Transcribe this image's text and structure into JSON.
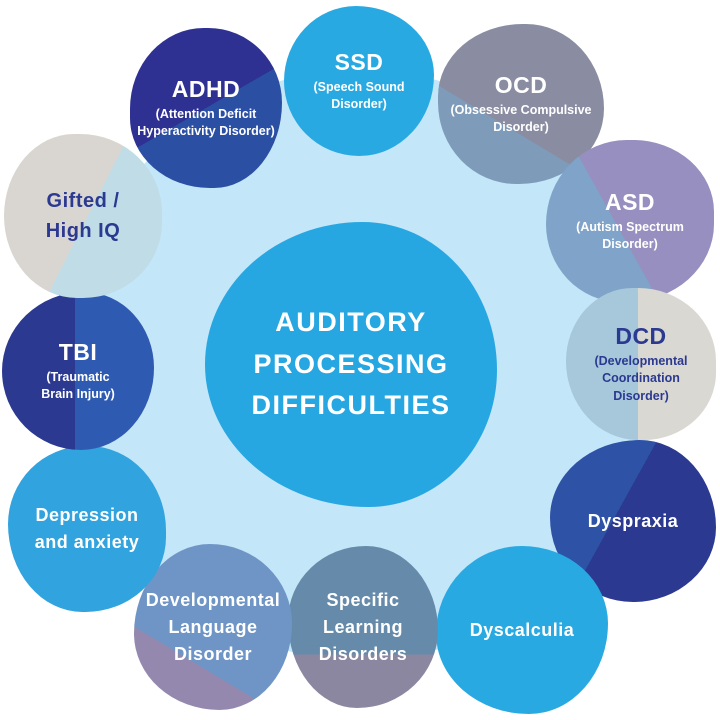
{
  "title": "Auditory Processing Difficulties overlap diagram",
  "page_background": "#FFFFFF",
  "background_circle_color": "#C3E6F8",
  "center": {
    "label": "AUDITORY\nPROCESSING\nDIFFICULTIES",
    "color": "#27A7E1",
    "text_color": "#FFFFFF"
  },
  "bubbles": [
    {
      "id": "adhd",
      "title": "ADHD",
      "subtitle": "(Attention Deficit\nHyperactivity Disorder)",
      "outer_color": "#2E3192",
      "inner_color": "#2B4FA3",
      "split_angle_deg": 150,
      "split_stop_pct": 50,
      "text_color": "#FFFFFF"
    },
    {
      "id": "ssd",
      "title": "SSD",
      "subtitle": "(Speech Sound\nDisorder)",
      "outer_color": "#29A9E2",
      "inner_color": "#29A9E2",
      "split_angle_deg": 0,
      "split_stop_pct": 0,
      "text_color": "#FFFFFF"
    },
    {
      "id": "ocd",
      "title": "OCD",
      "subtitle": "(Obsessive Compulsive\nDisorder)",
      "outer_color": "#8A8DA2",
      "inner_color": "#7E9CBA",
      "split_angle_deg": 211,
      "split_stop_pct": 62,
      "text_color": "#FFFFFF"
    },
    {
      "id": "asd",
      "title": "ASD",
      "subtitle": "(Autism Spectrum\nDisorder)",
      "outer_color": "#968FBF",
      "inner_color": "#7FA3C9",
      "split_angle_deg": 241,
      "split_stop_pct": 56,
      "text_color": "#FFFFFF"
    },
    {
      "id": "dcd",
      "title": "DCD",
      "subtitle": "(Developmental\nCoordination\nDisorder)",
      "outer_color": "#D9D8D3",
      "inner_color": "#A6C8DA",
      "split_angle_deg": 270,
      "split_stop_pct": 52,
      "text_color": "#2B3990"
    },
    {
      "id": "dyspraxia",
      "title": "Dyspraxia",
      "subtitle": "",
      "outer_color": "#2B3990",
      "inner_color": "#2D52A6",
      "split_angle_deg": 299,
      "split_stop_pct": 58,
      "text_color": "#FFFFFF"
    },
    {
      "id": "dyscalculia",
      "title": "Dyscalculia",
      "subtitle": "",
      "outer_color": "#29A9E2",
      "inner_color": "#29A9E2",
      "split_angle_deg": 0,
      "split_stop_pct": 0,
      "text_color": "#FFFFFF"
    },
    {
      "id": "sld",
      "title": "Specific\nLearning\nDisorders",
      "subtitle": "",
      "outer_color": "#8B87A1",
      "inner_color": "#668BAA",
      "split_angle_deg": 0,
      "split_stop_pct": 33,
      "text_color": "#FFFFFF"
    },
    {
      "id": "dld",
      "title": "Developmental\nLanguage\nDisorder",
      "subtitle": "",
      "outer_color": "#9488AF",
      "inner_color": "#6E95C6",
      "split_angle_deg": 31,
      "split_stop_pct": 32,
      "text_color": "#FFFFFF"
    },
    {
      "id": "depression",
      "title": "Depression\nand anxiety",
      "subtitle": "",
      "outer_color": "#31A3DE",
      "inner_color": "#31A3DE",
      "split_angle_deg": 0,
      "split_stop_pct": 0,
      "text_color": "#FFFFFF"
    },
    {
      "id": "tbi",
      "title": "TBI",
      "subtitle": "(Traumatic\nBrain Injury)",
      "outer_color": "#2B3990",
      "inner_color": "#2E5BB1",
      "split_angle_deg": 90,
      "split_stop_pct": 48,
      "text_color": "#FFFFFF"
    },
    {
      "id": "gifted",
      "title": "Gifted /\nHigh IQ",
      "subtitle": "",
      "outer_color": "#D9D6D1",
      "inner_color": "#BFDCE7",
      "split_angle_deg": 117,
      "split_stop_pct": 52,
      "text_color": "#2B3990"
    }
  ]
}
